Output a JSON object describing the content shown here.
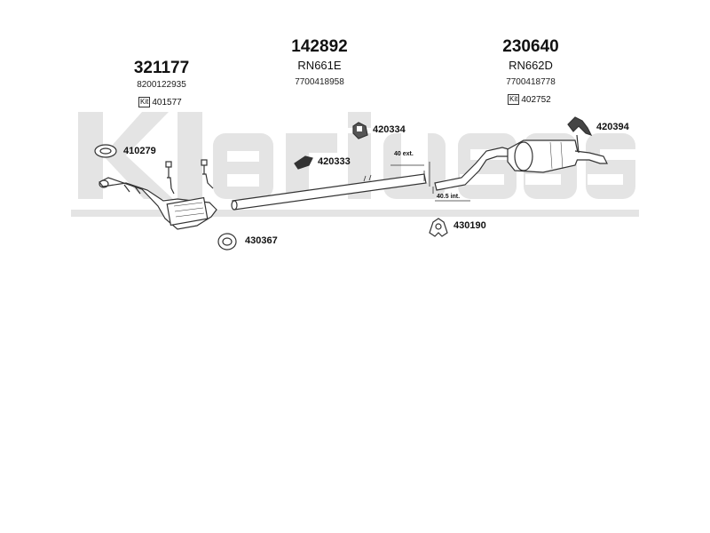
{
  "watermark": "Klarius",
  "groups": [
    {
      "part_no": "321177",
      "ref": "",
      "oe": "8200122935",
      "kit_label": "Kit",
      "kit_no": "401577"
    },
    {
      "part_no": "142892",
      "ref": "RN661E",
      "oe": "7700418958"
    },
    {
      "part_no": "230640",
      "ref": "RN662D",
      "oe": "7700418778",
      "kit_label": "Kit",
      "kit_no": "402752"
    }
  ],
  "callouts": {
    "c410279": "410279",
    "c420334": "420334",
    "c420333": "420333",
    "c420394": "420394",
    "c430367": "430367",
    "c430190": "430190"
  },
  "dimensions": {
    "ext": "40 ext.",
    "int": "40.5 int."
  },
  "colors": {
    "watermark": "#e3e3e3",
    "line": "#333333"
  }
}
